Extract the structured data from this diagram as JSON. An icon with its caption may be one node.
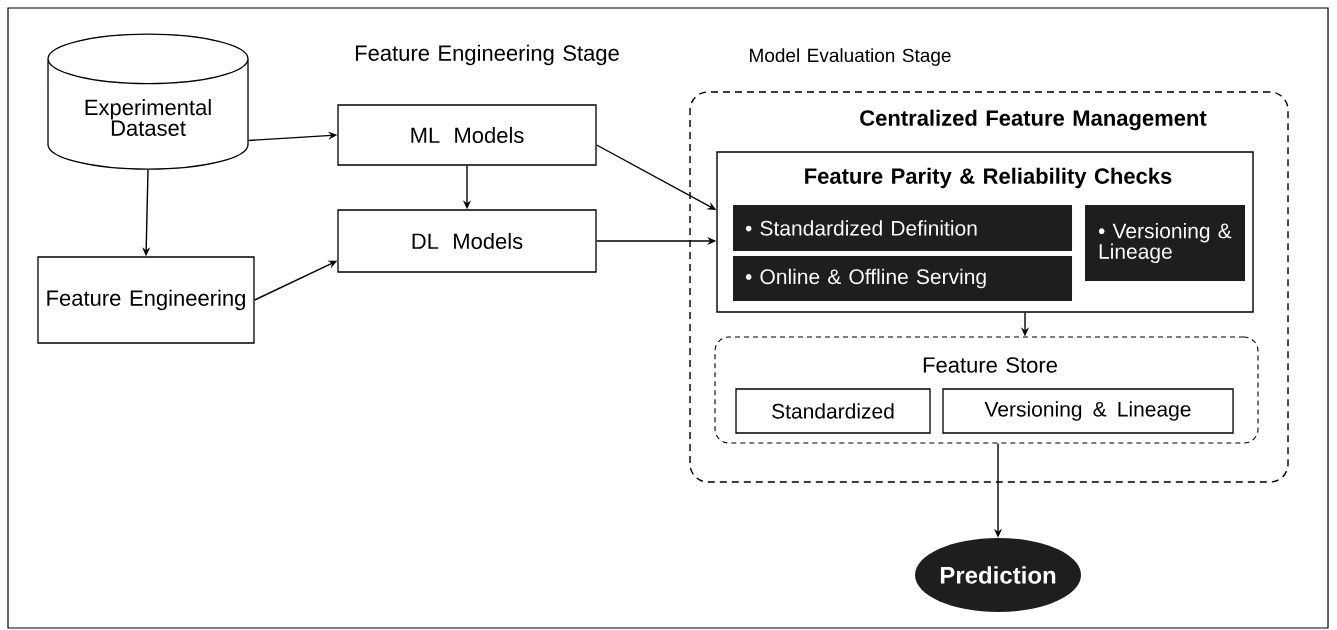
{
  "diagram": {
    "nodes": [
      {
        "text": [
          "Experimental Dataset"
        ]
      },
      {
        "text": [
          "ML Models"
        ]
      },
      {
        "text": [
          "DL Models"
        ]
      },
      {
        "text": [
          "Feature Engineering"
        ]
      },
      {
        "text": [
          "Centralized Feature Management"
        ]
      },
      {
        "text": [
          "Feature Parity & Reliability Checks"
        ],
        "in": 4
      },
      {
        "text": [
          "• Standardized Definition"
        ],
        "in": 5
      },
      {
        "text": [
          "• Versioning & Lineage"
        ],
        "in": 5
      },
      {
        "text": [
          "• Online & Offline Serving"
        ],
        "in": 5
      },
      {
        "text": [
          "Feature Store"
        ],
        "in": 4
      },
      {
        "text": [
          "Standardized"
        ],
        "in": 9
      },
      {
        "text": [
          "Versioning & Lineage"
        ],
        "in": 9
      },
      {
        "text": [
          "Prediction"
        ]
      }
    ],
    "edges": [
      {
        "from": 0,
        "to": 1,
        "arrow": "to"
      },
      {
        "from": 0,
        "to": 3,
        "arrow": "to"
      },
      {
        "from": 1,
        "to": 2,
        "arrow": "to"
      },
      {
        "from": 3,
        "to": 2,
        "arrow": "to"
      },
      {
        "from": 1,
        "to": 5,
        "arrow": "to"
      },
      {
        "from": 2,
        "to": 5,
        "arrow": "to"
      },
      {
        "from": 5,
        "to": 9,
        "arrow": "to"
      },
      {
        "from": 9,
        "to": 12,
        "arrow": "to"
      }
    ],
    "labels": [
      "Feature Engineering Stage",
      "Model Evaluation Stage"
    ]
  }
}
